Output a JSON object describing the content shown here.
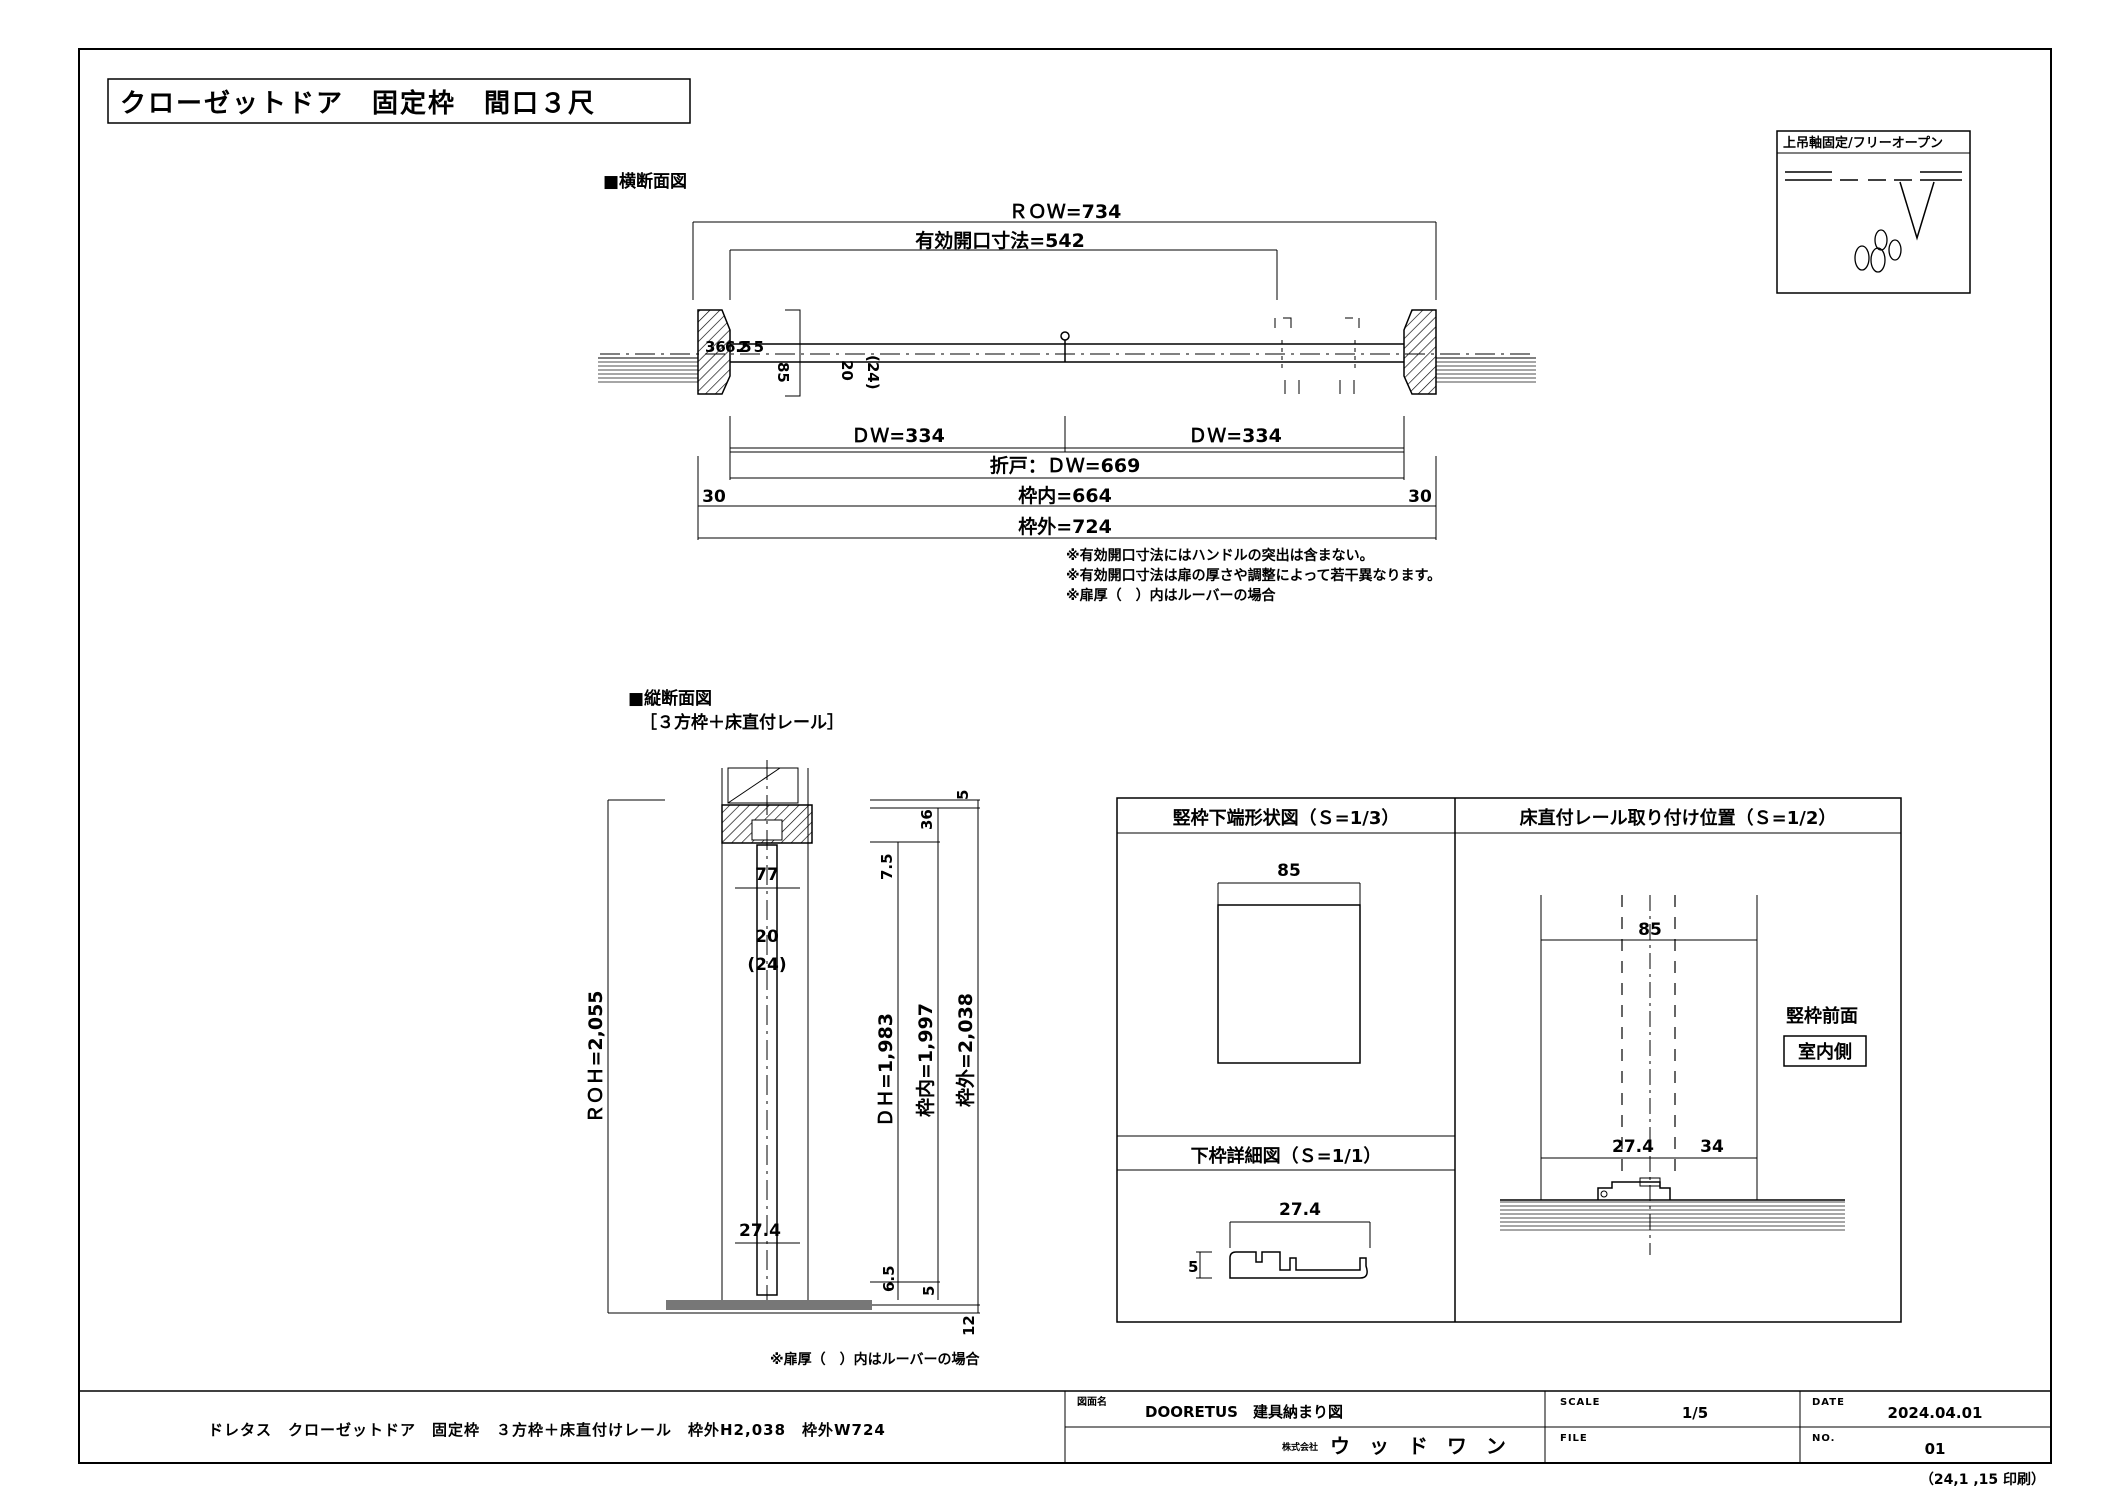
{
  "title": "クローゼットドア　固定枠　間口３尺",
  "legend": {
    "label": "上吊軸固定/フリーオープン"
  },
  "horizontal_section": {
    "heading": "■横断面図",
    "row": "ＲＯＷ=734",
    "effective_opening": "有効開口寸法=542",
    "dw_left": "ＤＷ=334",
    "dw_right": "ＤＷ=334",
    "fold_door": "折戸：ＤＷ=669",
    "frame_inner": "枠内=664",
    "frame_outer": "枠外=724",
    "side_left": "30",
    "side_right": "30",
    "small_dims": [
      "36",
      "6.5",
      "2 5",
      "85",
      "20",
      "(24)"
    ],
    "notes": [
      "※有効開口寸法にはハンドルの突出は含まない。",
      "※有効開口寸法は扉の厚さや調整によって若干異なります。",
      "※扉厚（　）内はルーバーの場合"
    ]
  },
  "vertical_section": {
    "heading": "■縦断面図",
    "subheading": "［３方枠＋床直付レール］",
    "roh": "ＲＯＨ=2,055",
    "dh": "ＤＨ=1,983",
    "frame_inner": "枠内=1,997",
    "frame_outer": "枠外=2,038",
    "top_dims": [
      "5",
      "36",
      "7.5"
    ],
    "bottom_dims": [
      "6.5",
      "5",
      "12"
    ],
    "door_dims": [
      "77",
      "20",
      "(24)",
      "27.4"
    ],
    "note": "※扉厚（　）内はルーバーの場合"
  },
  "detail_panels": {
    "stile_bottom": {
      "title": "竪枠下端形状図（Ｓ=1/3）",
      "width": "85"
    },
    "bottom_frame": {
      "title": "下枠詳細図（Ｓ=1/1）",
      "width": "27.4",
      "height": "5"
    },
    "floor_rail": {
      "title": "床直付レール取り付け位置（Ｓ=1/2）",
      "width": "85",
      "dim_a": "27.4",
      "dim_b": "34",
      "side_label": "竪枠前面",
      "side_box": "室内側"
    }
  },
  "footer": {
    "description": "ドレタス　クローゼットドア　固定枠　３方枠＋床直付けレール　枠外H2,038　枠外W724",
    "drawing_name_label": "図面名",
    "drawing_name": "DOORETUS　建具納まり図",
    "scale_label": "SCALE",
    "scale": "1/5",
    "date_label": "DATE",
    "date": "2024.04.01",
    "file_label": "FILE",
    "no_label": "NO.",
    "no": "01",
    "company_prefix": "株式会社",
    "company": "ウ ッ ド ワ ン",
    "print_date": "（24,1 ,15 印刷）"
  }
}
